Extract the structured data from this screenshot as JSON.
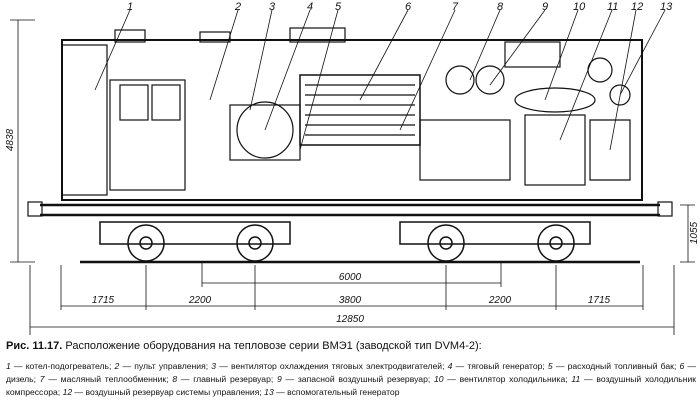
{
  "figure": {
    "callouts": [
      "1",
      "2",
      "3",
      "4",
      "5",
      "6",
      "7",
      "8",
      "9",
      "10",
      "11",
      "12",
      "13"
    ],
    "dimensions": {
      "height_total": "4838",
      "height_frame": "1055",
      "axle_span": "6000",
      "overall_length": "12850",
      "segments": [
        "1715",
        "2200",
        "3800",
        "2200",
        "1715"
      ]
    }
  },
  "caption": {
    "number": "Рис. 11.17.",
    "title": "Расположение оборудования на тепловозе серии ВМЭ1 (заводской тип DVM4-2):",
    "items": [
      {
        "n": "1",
        "text": "котел-подогреватель;"
      },
      {
        "n": "2",
        "text": "пульт управления;"
      },
      {
        "n": "3",
        "text": "вентилятор охлаждения тяговых электродвигателей;"
      },
      {
        "n": "4",
        "text": "тяговый генератор;"
      },
      {
        "n": "5",
        "text": "расходный топливный бак;"
      },
      {
        "n": "6",
        "text": "дизель;"
      },
      {
        "n": "7",
        "text": "масляный теплообменник;"
      },
      {
        "n": "8",
        "text": "главный резервуар;"
      },
      {
        "n": "9",
        "text": "запасной воздушный резервуар;"
      },
      {
        "n": "10",
        "text": "вентилятор холодильника;"
      },
      {
        "n": "11",
        "text": "воздушный холодильник компрессора;"
      },
      {
        "n": "12",
        "text": "воздушный резервуар системы управления;"
      },
      {
        "n": "13",
        "text": "вспомогательный генератор"
      }
    ]
  }
}
